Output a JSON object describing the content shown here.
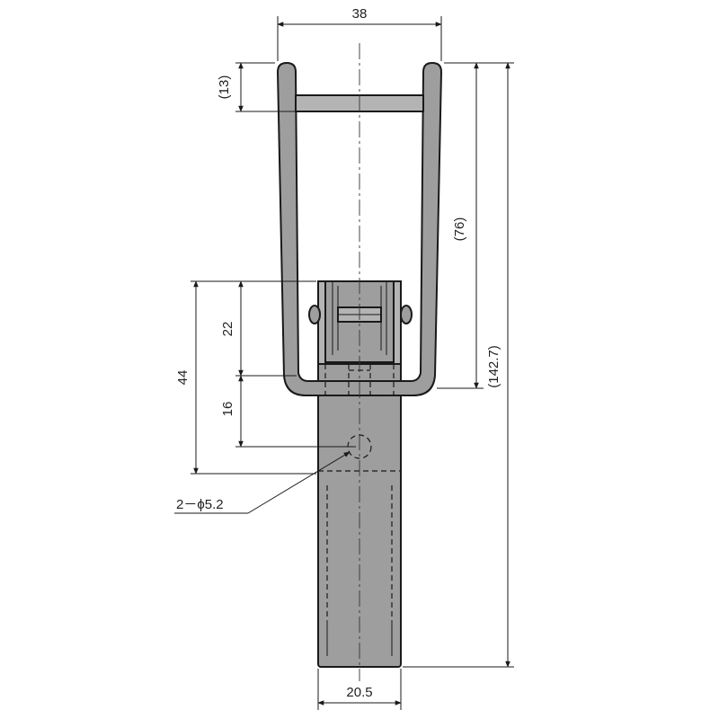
{
  "drawing": {
    "dimensions": {
      "top_width": "38",
      "bottom_width": "20.5",
      "top_height": "(13)",
      "upper_length": "(76)",
      "overall_length": "(142.7)",
      "hole_spacing_22": "22",
      "hole_spacing_16": "16",
      "hole_span_44": "44",
      "hole_callout": "2－ϕ5.2"
    },
    "colors": {
      "part_fill": "#9e9e9e",
      "line": "#1a1a1a",
      "background": "#ffffff"
    }
  }
}
